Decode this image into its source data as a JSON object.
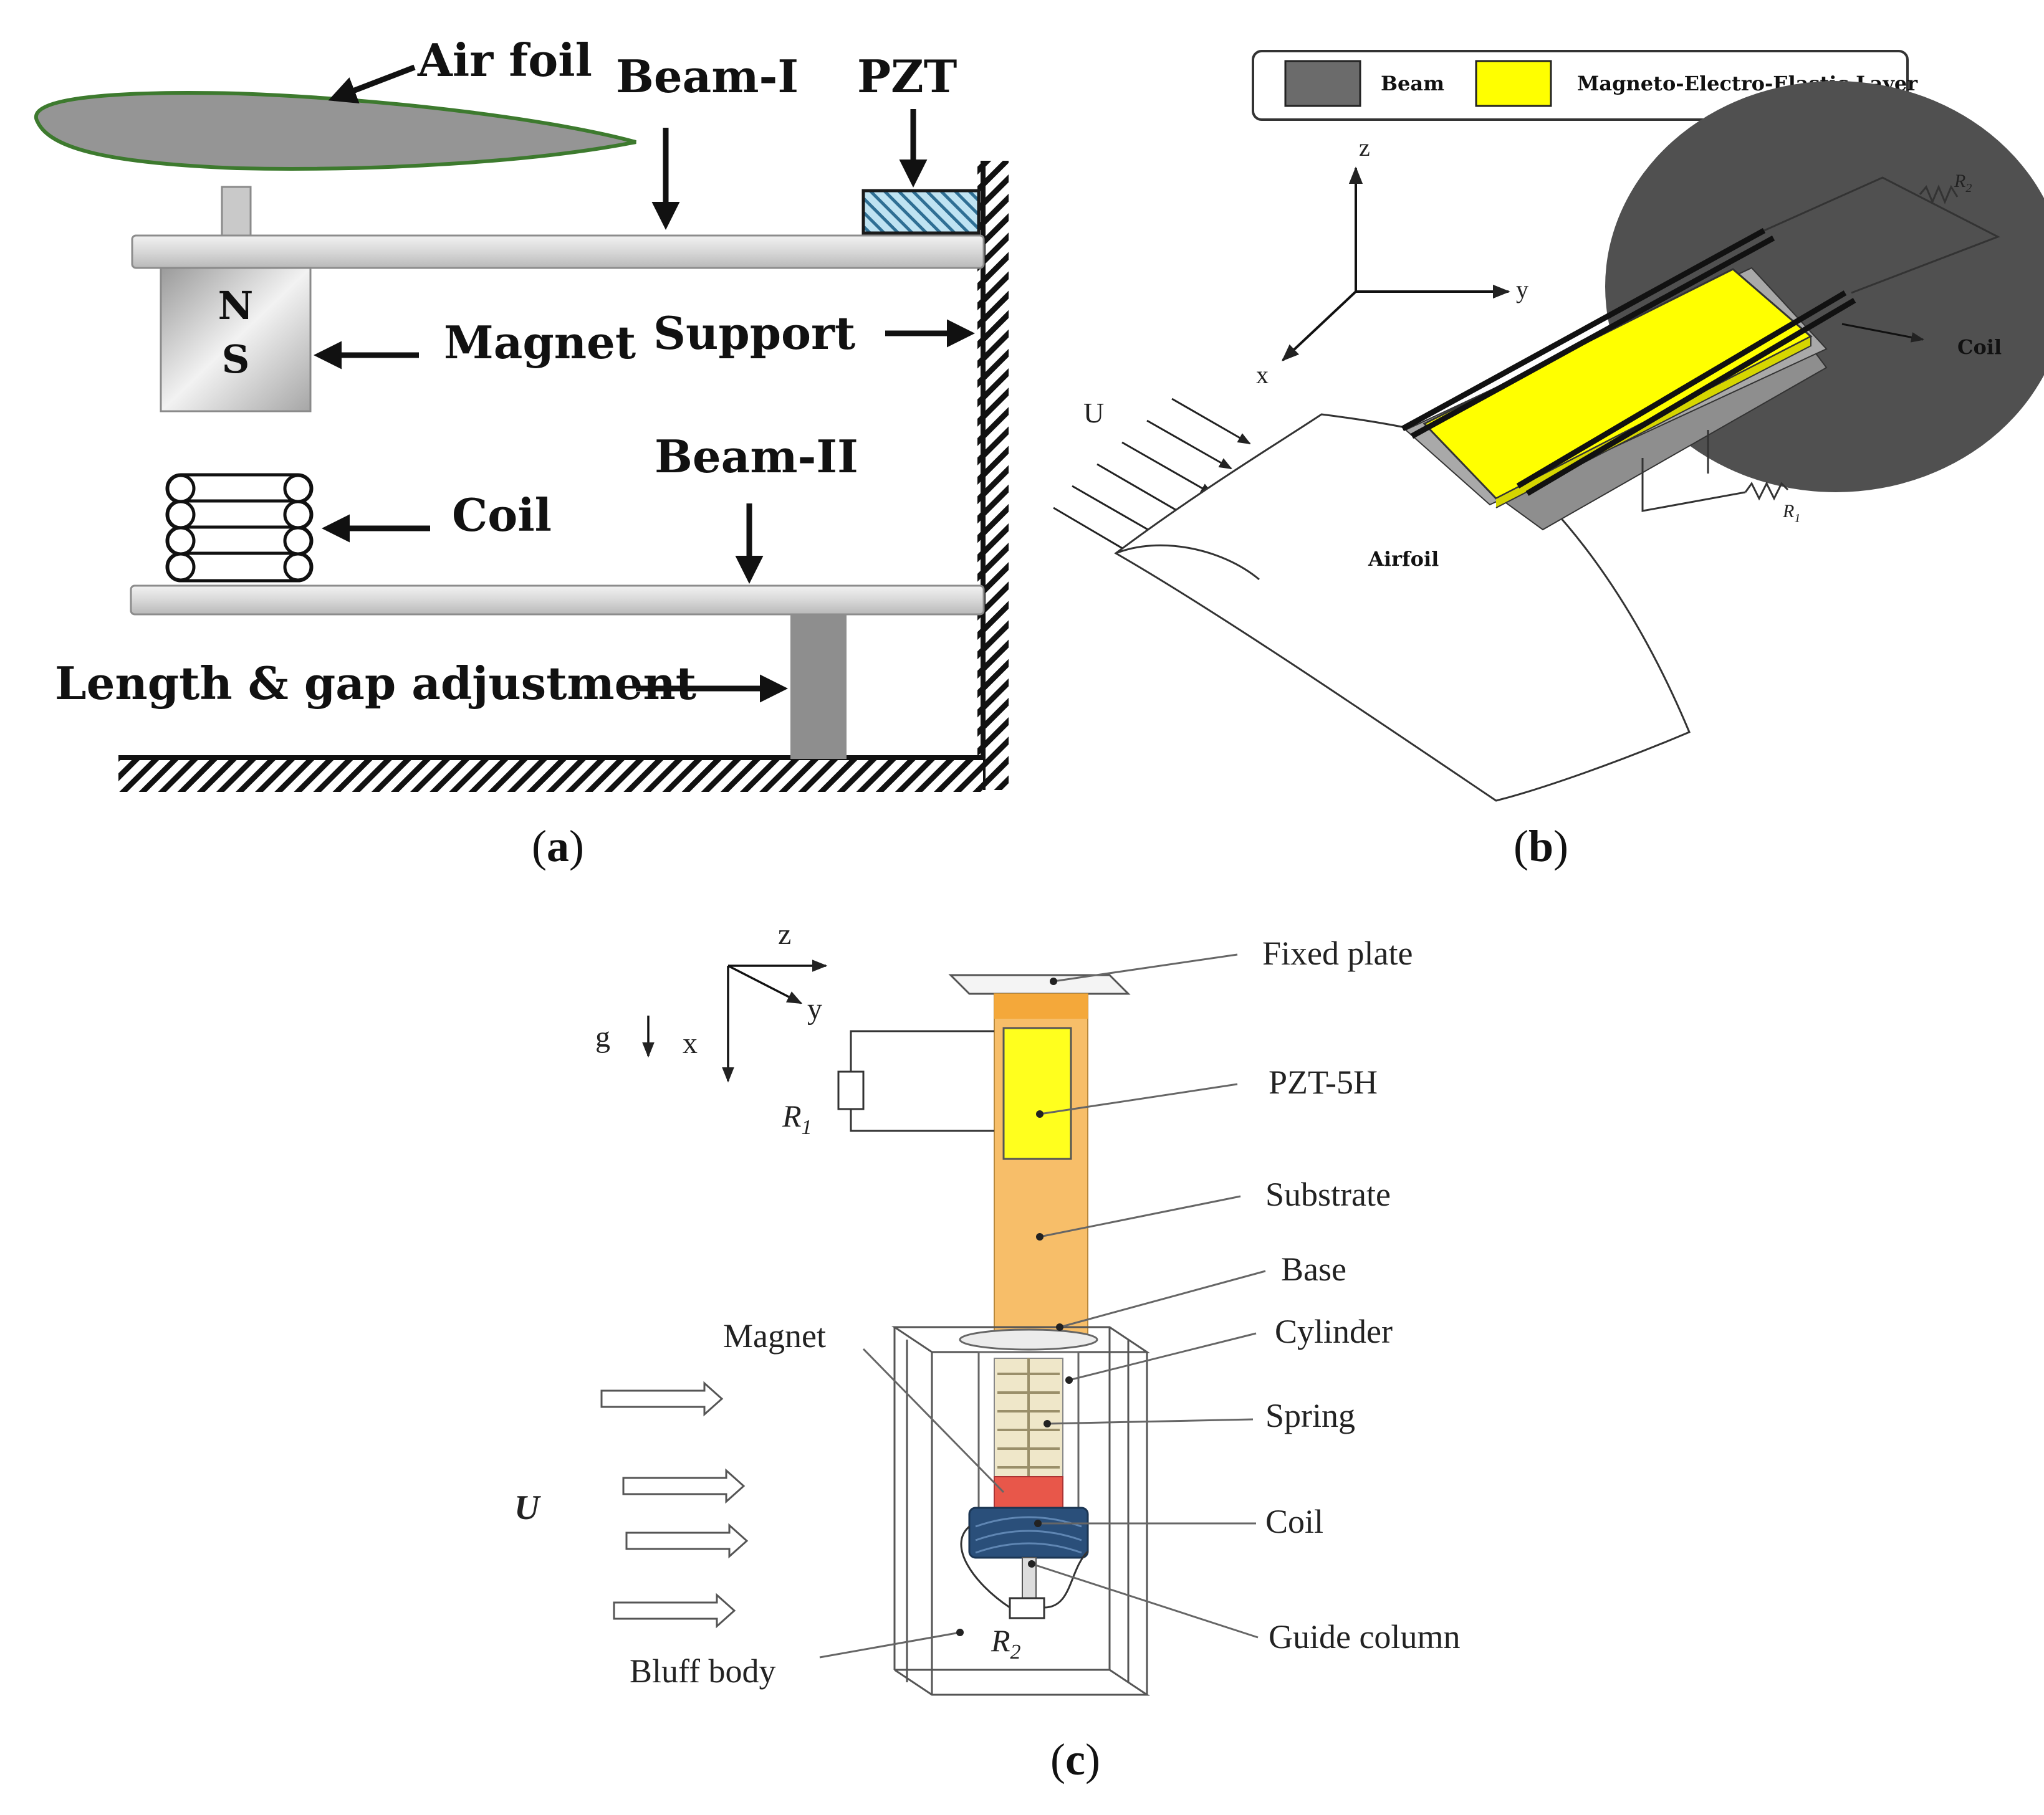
{
  "panel_a": {
    "caption_letter": "a",
    "labels": {
      "air_foil": "Air foil",
      "beam_1": "Beam-I",
      "pzt": "PZT",
      "magnet": "Magnet",
      "support": "Support",
      "coil": "Coil",
      "beam_2": "Beam-II",
      "length_gap": "Length & gap adjustment",
      "magnet_n": "N",
      "magnet_s": "S"
    }
  },
  "panel_b": {
    "caption_letter": "b",
    "legend": {
      "beam": "Beam",
      "mee_layer": "Magneto-Electro-Elastic Layer"
    },
    "colors": {
      "beam": "#6b6b6b",
      "mee_layer": "#ffff00",
      "disk": "#505050"
    },
    "axes": {
      "z": "z",
      "y": "y",
      "x": "x"
    },
    "labels": {
      "flow": "U",
      "airfoil": "Airfoil",
      "coil": "Coil",
      "r2": "R",
      "r2_sub": "2",
      "r1": "R",
      "r1_sub": "1"
    }
  },
  "panel_c": {
    "caption_letter": "c",
    "axes": {
      "z": "z",
      "y": "y",
      "x": "x",
      "g": "g"
    },
    "labels": {
      "fixed_plate": "Fixed plate",
      "pzt5h": "PZT-5H",
      "substrate": "Substrate",
      "base": "Base",
      "cylinder": "Cylinder",
      "spring": "Spring",
      "coil": "Coil",
      "guide_column": "Guide column",
      "magnet": "Magnet",
      "bluff_body": "Bluff body",
      "flow": "U",
      "r1": "R",
      "r1_sub": "1",
      "r2": "R",
      "r2_sub": "2"
    },
    "colors": {
      "substrate": "#f7be69",
      "pzt": "#ffff1e",
      "magnet": "#e8574a",
      "coil": "#2a4f7a"
    }
  }
}
